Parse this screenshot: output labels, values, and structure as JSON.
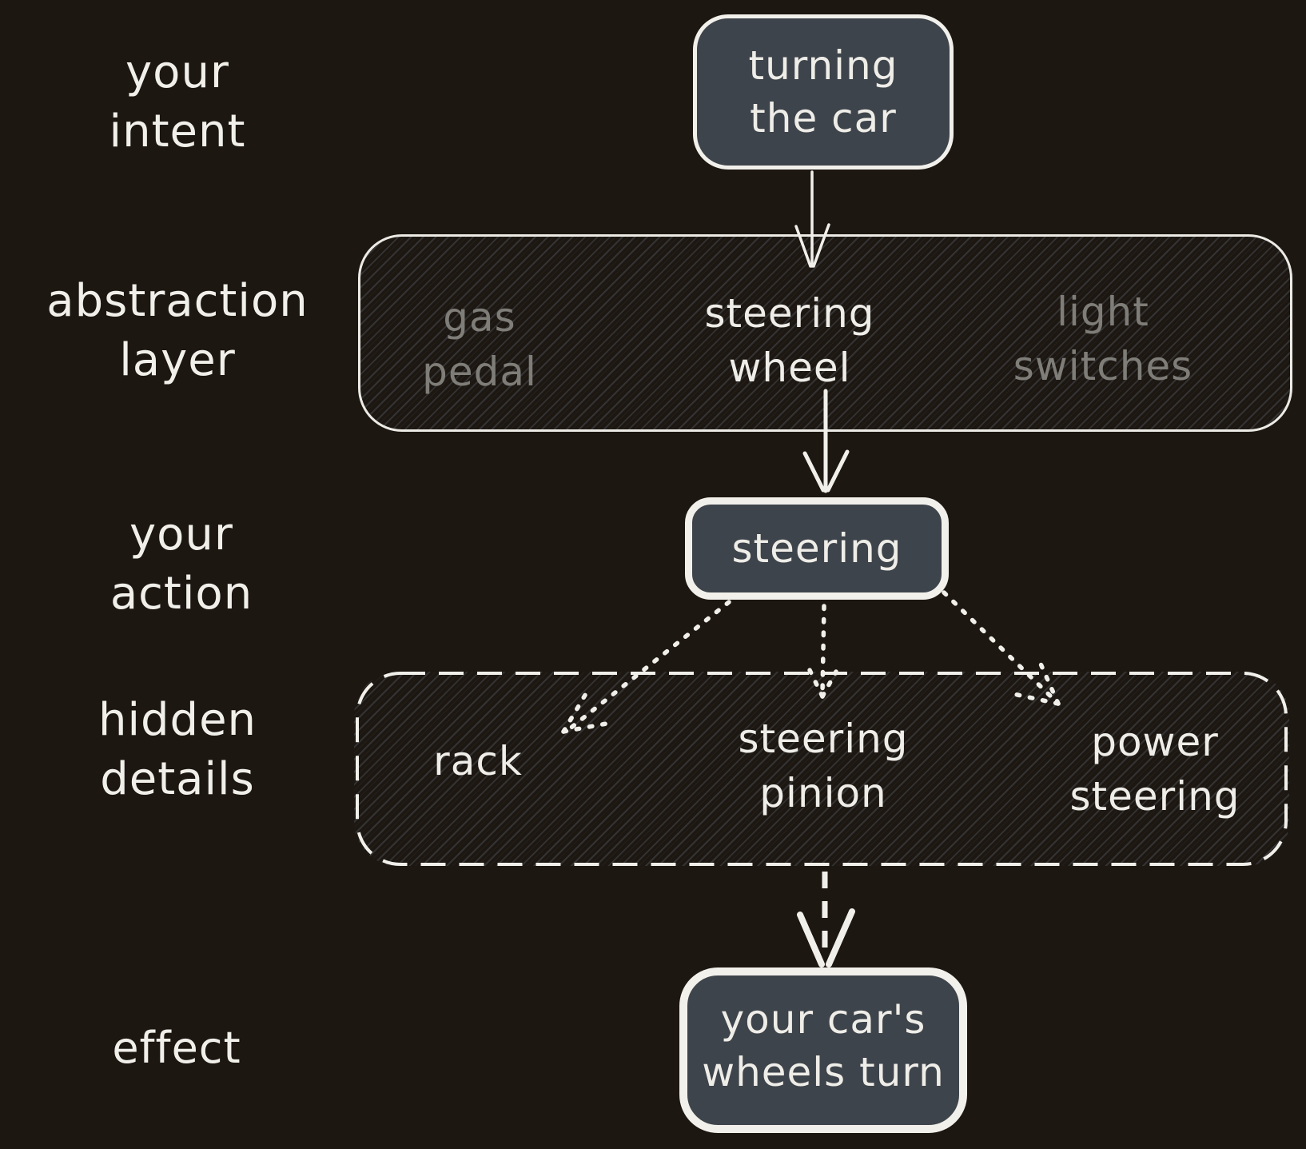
{
  "colors": {
    "background": "#1d1712",
    "node_fill": "#3e444b",
    "line_white": "#f1efe9",
    "text_white": "#efede8",
    "text_muted": "#7f7d78"
  },
  "side_labels": {
    "intent": {
      "line1": "your",
      "line2": "intent"
    },
    "abstraction": {
      "line1": "abstraction",
      "line2": "layer"
    },
    "action": {
      "line1": "your",
      "line2": "action"
    },
    "hidden": {
      "line1": "hidden",
      "line2": "details"
    },
    "effect": {
      "line1": "effect"
    }
  },
  "nodes": {
    "intent_box": {
      "line1": "turning",
      "line2": "the car"
    },
    "abstraction_box": {
      "gas_pedal": {
        "line1": "gas",
        "line2": "pedal"
      },
      "steering_wheel": {
        "line1": "steering",
        "line2": "wheel"
      },
      "light_switches": {
        "line1": "light",
        "line2": "switches"
      }
    },
    "action_box": {
      "label": "steering"
    },
    "hidden_box": {
      "rack": {
        "label": "rack"
      },
      "steering_pinion": {
        "line1": "steering",
        "line2": "pinion"
      },
      "power_steering": {
        "line1": "power",
        "line2": "steering"
      }
    },
    "effect_box": {
      "line1": "your car's",
      "line2": "wheels turn"
    }
  },
  "edges": [
    {
      "from": "turning the car",
      "to": "steering wheel",
      "style": "solid"
    },
    {
      "from": "steering wheel",
      "to": "steering",
      "style": "solid"
    },
    {
      "from": "steering",
      "to": "rack",
      "style": "dotted"
    },
    {
      "from": "steering",
      "to": "steering pinion",
      "style": "dotted"
    },
    {
      "from": "steering",
      "to": "power steering",
      "style": "dotted"
    },
    {
      "from": "hidden details",
      "to": "your car's wheels turn",
      "style": "dashed"
    }
  ]
}
